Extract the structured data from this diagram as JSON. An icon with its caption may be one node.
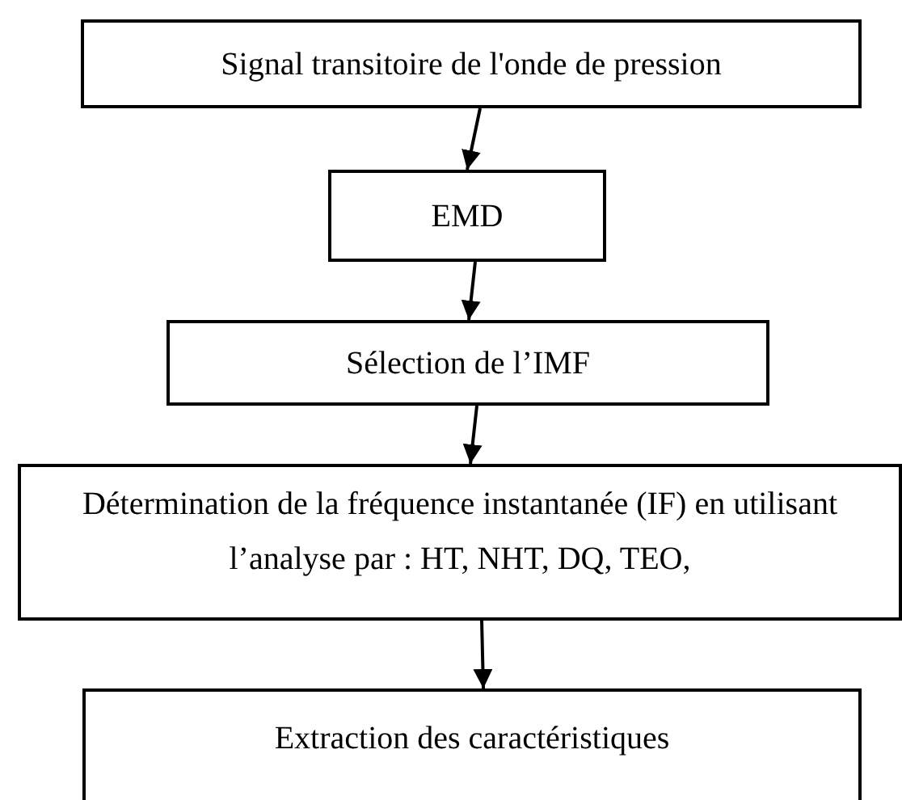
{
  "diagram": {
    "nodes": [
      {
        "text": [
          "Signal transitoire de l'onde de pression"
        ]
      },
      {
        "text": [
          "EMD"
        ]
      },
      {
        "text": [
          "Sélection de l’IMF"
        ]
      },
      {
        "text": [
          "Détermination de la fréquence instantanée (IF) en utilisant l’analyse par : HT, NHT, DQ, TEO,"
        ]
      },
      {
        "text": [
          "Extraction des caractéristiques"
        ]
      }
    ],
    "edges": [
      {
        "from": 0,
        "to": 1,
        "arrow": "to"
      },
      {
        "from": 1,
        "to": 2,
        "arrow": "to"
      },
      {
        "from": 2,
        "to": 3,
        "arrow": "to"
      },
      {
        "from": 3,
        "to": 4,
        "arrow": "to"
      }
    ]
  }
}
